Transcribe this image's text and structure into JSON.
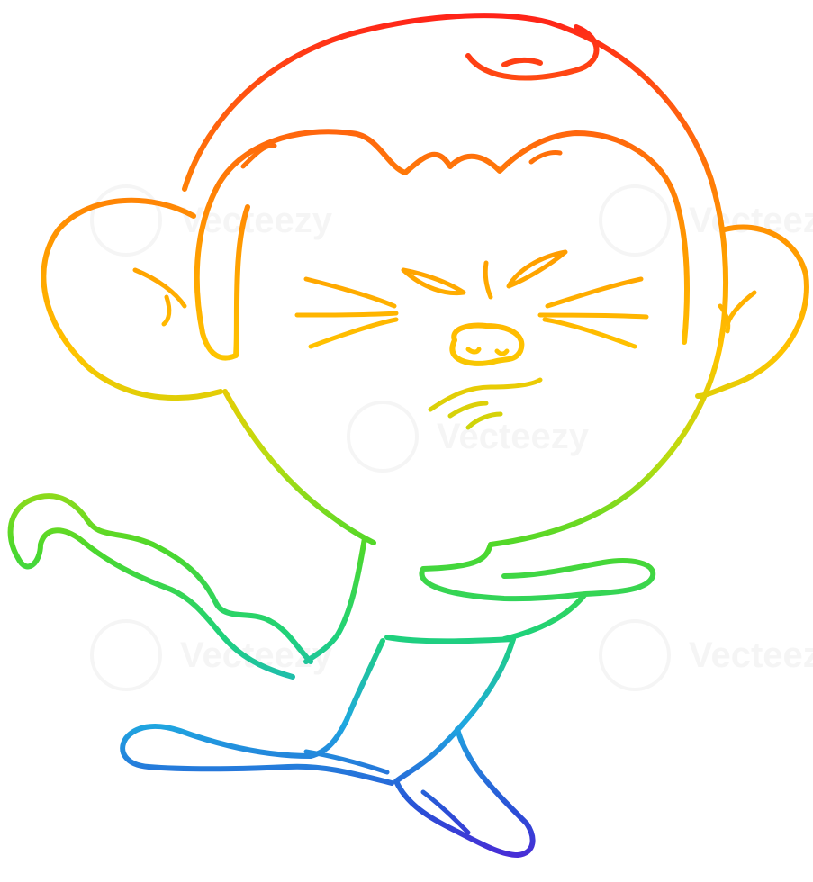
{
  "image": {
    "subject": "angry cartoon monkey running",
    "style": "rainbow gradient line art",
    "background": "#ffffff",
    "gradient_stops": [
      "#ff1a1a",
      "#ff8c00",
      "#ffd000",
      "#7cd620",
      "#1fd06a",
      "#1fa8e0",
      "#2a3bd6",
      "#5a1ad6"
    ]
  },
  "watermark": {
    "text": "Vecteezy",
    "color": "#eeeeee"
  }
}
